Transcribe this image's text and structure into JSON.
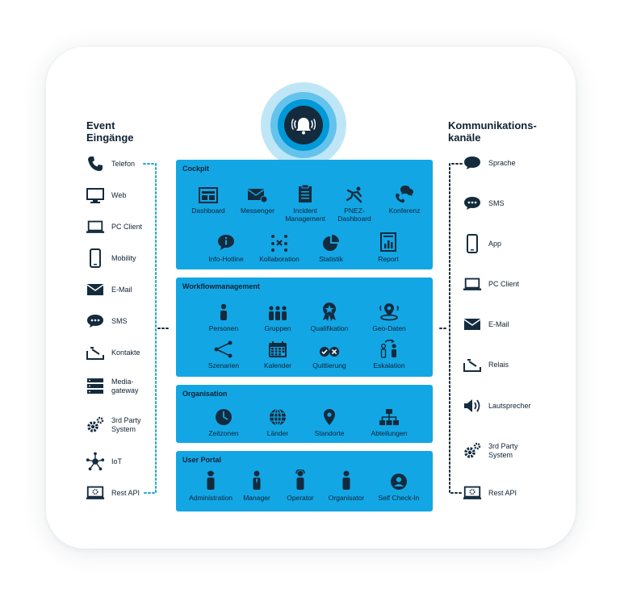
{
  "left_column": {
    "title": "Event\nEingänge",
    "items": [
      {
        "label": "Telefon",
        "icon": "phone-icon"
      },
      {
        "label": "Web",
        "icon": "monitor-icon"
      },
      {
        "label": "PC Client",
        "icon": "laptop-icon"
      },
      {
        "label": "Mobility",
        "icon": "smartphone-icon"
      },
      {
        "label": "E-Mail",
        "icon": "envelope-icon"
      },
      {
        "label": "SMS",
        "icon": "chat-bubble-icon"
      },
      {
        "label": "Kontakte",
        "icon": "relay-contact-icon"
      },
      {
        "label": "Media-\ngateway",
        "icon": "server-icon"
      },
      {
        "label": "3rd Party\nSystem",
        "icon": "gears-icon"
      },
      {
        "label": "IoT",
        "icon": "network-hub-icon"
      },
      {
        "label": "Rest API",
        "icon": "api-laptop-icon"
      }
    ]
  },
  "right_column": {
    "title": "Kommunikations-\nkanäle",
    "items": [
      {
        "label": "Sprache",
        "icon": "speech-bubble-icon"
      },
      {
        "label": "SMS",
        "icon": "chat-bubble-icon"
      },
      {
        "label": "App",
        "icon": "smartphone-icon"
      },
      {
        "label": "PC Client",
        "icon": "laptop-icon"
      },
      {
        "label": "E-Mail",
        "icon": "envelope-icon"
      },
      {
        "label": "Relais",
        "icon": "relay-contact-icon"
      },
      {
        "label": "Lautsprecher",
        "icon": "speaker-icon"
      },
      {
        "label": "3rd Party\nSystem",
        "icon": "gears-icon"
      },
      {
        "label": "Rest API",
        "icon": "api-laptop-icon"
      }
    ]
  },
  "panels": {
    "cockpit": {
      "title": "Cockpit",
      "items": [
        {
          "label": "Dashboard",
          "icon": "dashboard-icon"
        },
        {
          "label": "Messenger",
          "icon": "messenger-icon"
        },
        {
          "label": "Incident\nManagement",
          "icon": "clipboard-icon"
        },
        {
          "label": "PNEZ-\nDashboard",
          "icon": "falling-person-icon"
        },
        {
          "label": "Konferenz",
          "icon": "conference-icon"
        },
        {
          "label": "Info-Hotline",
          "icon": "info-bubble-icon"
        },
        {
          "label": "Kollaboration",
          "icon": "collaboration-icon"
        },
        {
          "label": "Statistik",
          "icon": "pie-chart-icon"
        },
        {
          "label": "Report",
          "icon": "report-icon"
        }
      ]
    },
    "workflow": {
      "title": "Workflowmanagement",
      "items": [
        {
          "label": "Personen",
          "icon": "person-icon"
        },
        {
          "label": "Gruppen",
          "icon": "group-icon"
        },
        {
          "label": "Qualifikation",
          "icon": "badge-icon"
        },
        {
          "label": "Geo-Daten",
          "icon": "geo-pin-icon"
        },
        {
          "label": "Szenarien",
          "icon": "share-icon"
        },
        {
          "label": "Kalender",
          "icon": "calendar-icon"
        },
        {
          "label": "Quittierung",
          "icon": "check-cross-icon"
        },
        {
          "label": "Eskalation",
          "icon": "escalation-icon"
        }
      ]
    },
    "organisation": {
      "title": "Organisation",
      "items": [
        {
          "label": "Zeitzonen",
          "icon": "clock-icon"
        },
        {
          "label": "Länder",
          "icon": "globe-icon"
        },
        {
          "label": "Standorte",
          "icon": "location-pin-icon"
        },
        {
          "label": "Abteilungen",
          "icon": "org-chart-icon"
        }
      ]
    },
    "user_portal": {
      "title": "User Portal",
      "items": [
        {
          "label": "Administration",
          "icon": "admin-person-icon"
        },
        {
          "label": "Manager",
          "icon": "manager-person-icon"
        },
        {
          "label": "Operator",
          "icon": "operator-person-icon"
        },
        {
          "label": "Organisator",
          "icon": "organizer-person-icon"
        },
        {
          "label": "Self Check-In",
          "icon": "user-circle-icon"
        }
      ]
    }
  },
  "colors": {
    "panel": "#13a6e5",
    "dark": "#132b3d",
    "connector": "#1aa9d6",
    "ring_light": "#bfe6f6"
  }
}
